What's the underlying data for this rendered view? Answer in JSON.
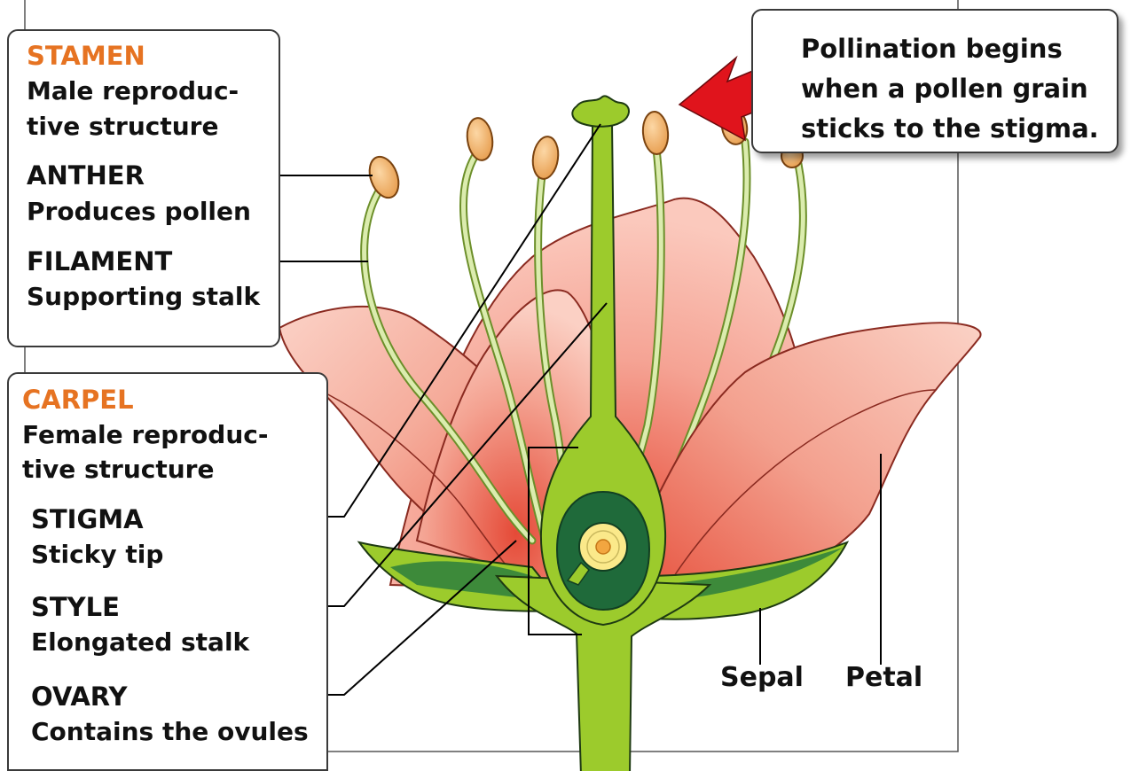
{
  "stamen": {
    "heading": "STAMEN",
    "description_line1": "Male reproduc-",
    "description_line2": "tive structure",
    "anther_term": "ANTHER",
    "anther_desc": "Produces pollen",
    "filament_term": "FILAMENT",
    "filament_desc": "Supporting stalk"
  },
  "carpel": {
    "heading": "CARPEL",
    "description_line1": "Female reproduc-",
    "description_line2": "tive structure",
    "stigma_term": "STIGMA",
    "stigma_desc": "Sticky tip",
    "style_term": "STYLE",
    "style_desc": "Elongated stalk",
    "ovary_term": "OVARY",
    "ovary_desc": "Contains the ovules"
  },
  "labels": {
    "sepal": "Sepal",
    "petal": "Petal"
  },
  "callout": {
    "text": "Pollination begins when a pollen grain sticks to the stigma."
  },
  "colors": {
    "heading_orange": "#e67322",
    "petal_pink": "#f5a394",
    "petal_deep": "#e8503c",
    "stem_green": "#9ccb2c",
    "sepal_green": "#3d8a3a",
    "ovary_dark_green": "#1f6a3a",
    "ovule_yellow": "#fbe98a",
    "anther_orange": "#f1b26c",
    "arrow_red": "#e0141c"
  }
}
